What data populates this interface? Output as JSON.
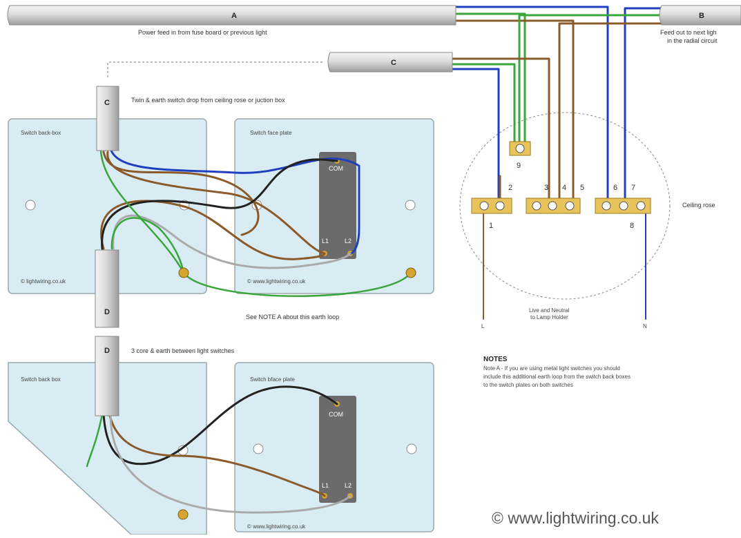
{
  "cables": {
    "a": "A",
    "b": "B",
    "c_top": "C",
    "c_drop": "C",
    "d_top": "D",
    "d_bottom": "D"
  },
  "captions": {
    "power_feed": "Power feed in from fuse board or previous light",
    "feed_out_1": "Feed out to next ligh",
    "feed_out_2": "in the radial circuit",
    "switch_drop": "Twin & earth switch drop from ceiling rose or juction box",
    "earth_loop_note": "See NOTE A about this earth loop",
    "three_core": "3 core & earth between light switches",
    "ceiling_rose": "Ceiling rose",
    "lamp_holder_1": "Live and Neutral",
    "lamp_holder_2": "to Lamp Holder"
  },
  "boxes": {
    "backbox_top": "Switch back-box",
    "faceplate_top": "Switch face plate",
    "backbox_bottom": "Switch back box",
    "faceplate_bottom": "Switch bface plate"
  },
  "switch_terminals": {
    "com": "COM",
    "l1": "L1",
    "l2": "L2"
  },
  "terminal_numbers": [
    "1",
    "2",
    "3",
    "4",
    "5",
    "6",
    "7",
    "8",
    "9"
  ],
  "lamp_leads": {
    "live": "L",
    "neutral": "N"
  },
  "notes": {
    "heading": "NOTES",
    "line1": "Note A - If you are using metal light switches you should",
    "line2": "include this additional earth loop from the switch back boxes",
    "line3": "to the switch plates on both switches"
  },
  "watermarks": {
    "small": "© lightwiring.co.uk",
    "small_plate": "© www.lightwiring.co.uk",
    "large": "© www.lightwiring.co.uk"
  },
  "colors": {
    "live_brown": "#8b5a2b",
    "neutral_blue": "#1f3fbf",
    "earth_green": "#3aa53a",
    "black": "#222222",
    "grey": "#aaaaaa",
    "box_fill": "#d9ecf3",
    "switch_body": "#6b6b6b",
    "terminal_brass": "#d6a531"
  }
}
